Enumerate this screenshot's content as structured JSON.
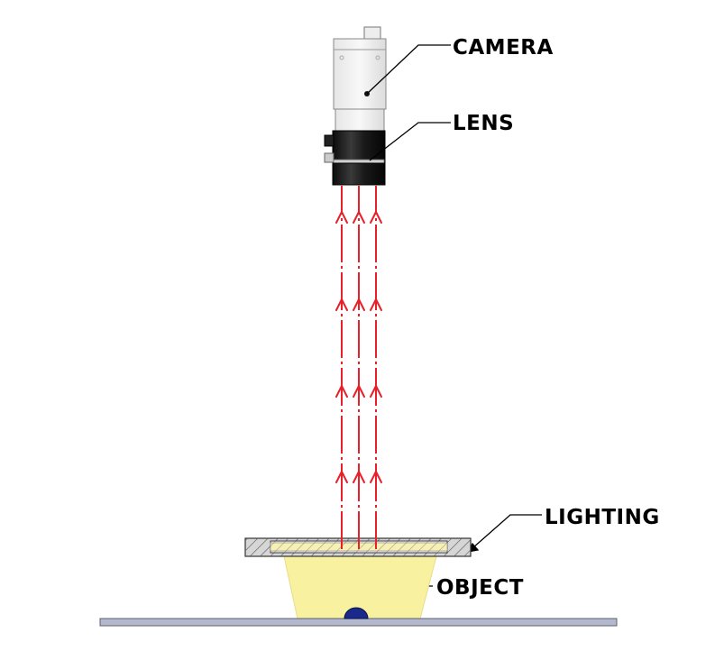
{
  "labels": {
    "camera": "CAMERA",
    "lens": "LENS",
    "lighting": "LIGHTING",
    "object": "OBJECT"
  },
  "colors": {
    "ray": "#e8202a",
    "light_cone": "#f8f1a0",
    "object": "#1a2a8c",
    "table": "#b4b8cc",
    "lens_body": "#1c1c1c",
    "camera_body": "#f2f2f2"
  },
  "icons": {
    "camera": "camera-icon",
    "lens": "lens-icon",
    "lighting": "light-panel-icon",
    "object": "object-dome-icon"
  }
}
